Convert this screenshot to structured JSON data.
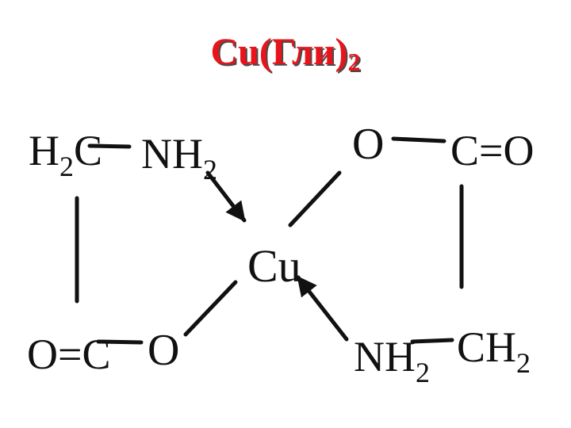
{
  "title": {
    "main": "Cu(Гли)",
    "subscript": "2"
  },
  "atoms": {
    "top_left_ch2": {
      "text": "H",
      "sub": "2",
      "tail": "C"
    },
    "top_left_nh2": {
      "text": "NH",
      "sub": "2"
    },
    "center_metal": {
      "text": "Cu"
    },
    "top_right_o": {
      "text": "O"
    },
    "top_right_co": {
      "text": "C=O"
    },
    "bottom_left_co": {
      "text": "O=C"
    },
    "bottom_left_o": {
      "text": "O"
    },
    "bottom_right_nh2": {
      "text": "NH",
      "sub": "2"
    },
    "bottom_right_ch2": {
      "text": "CH",
      "sub": "2"
    }
  },
  "colors": {
    "title": "#e8141b",
    "title_shadow": "#4a4a4a",
    "ink": "#111111"
  }
}
